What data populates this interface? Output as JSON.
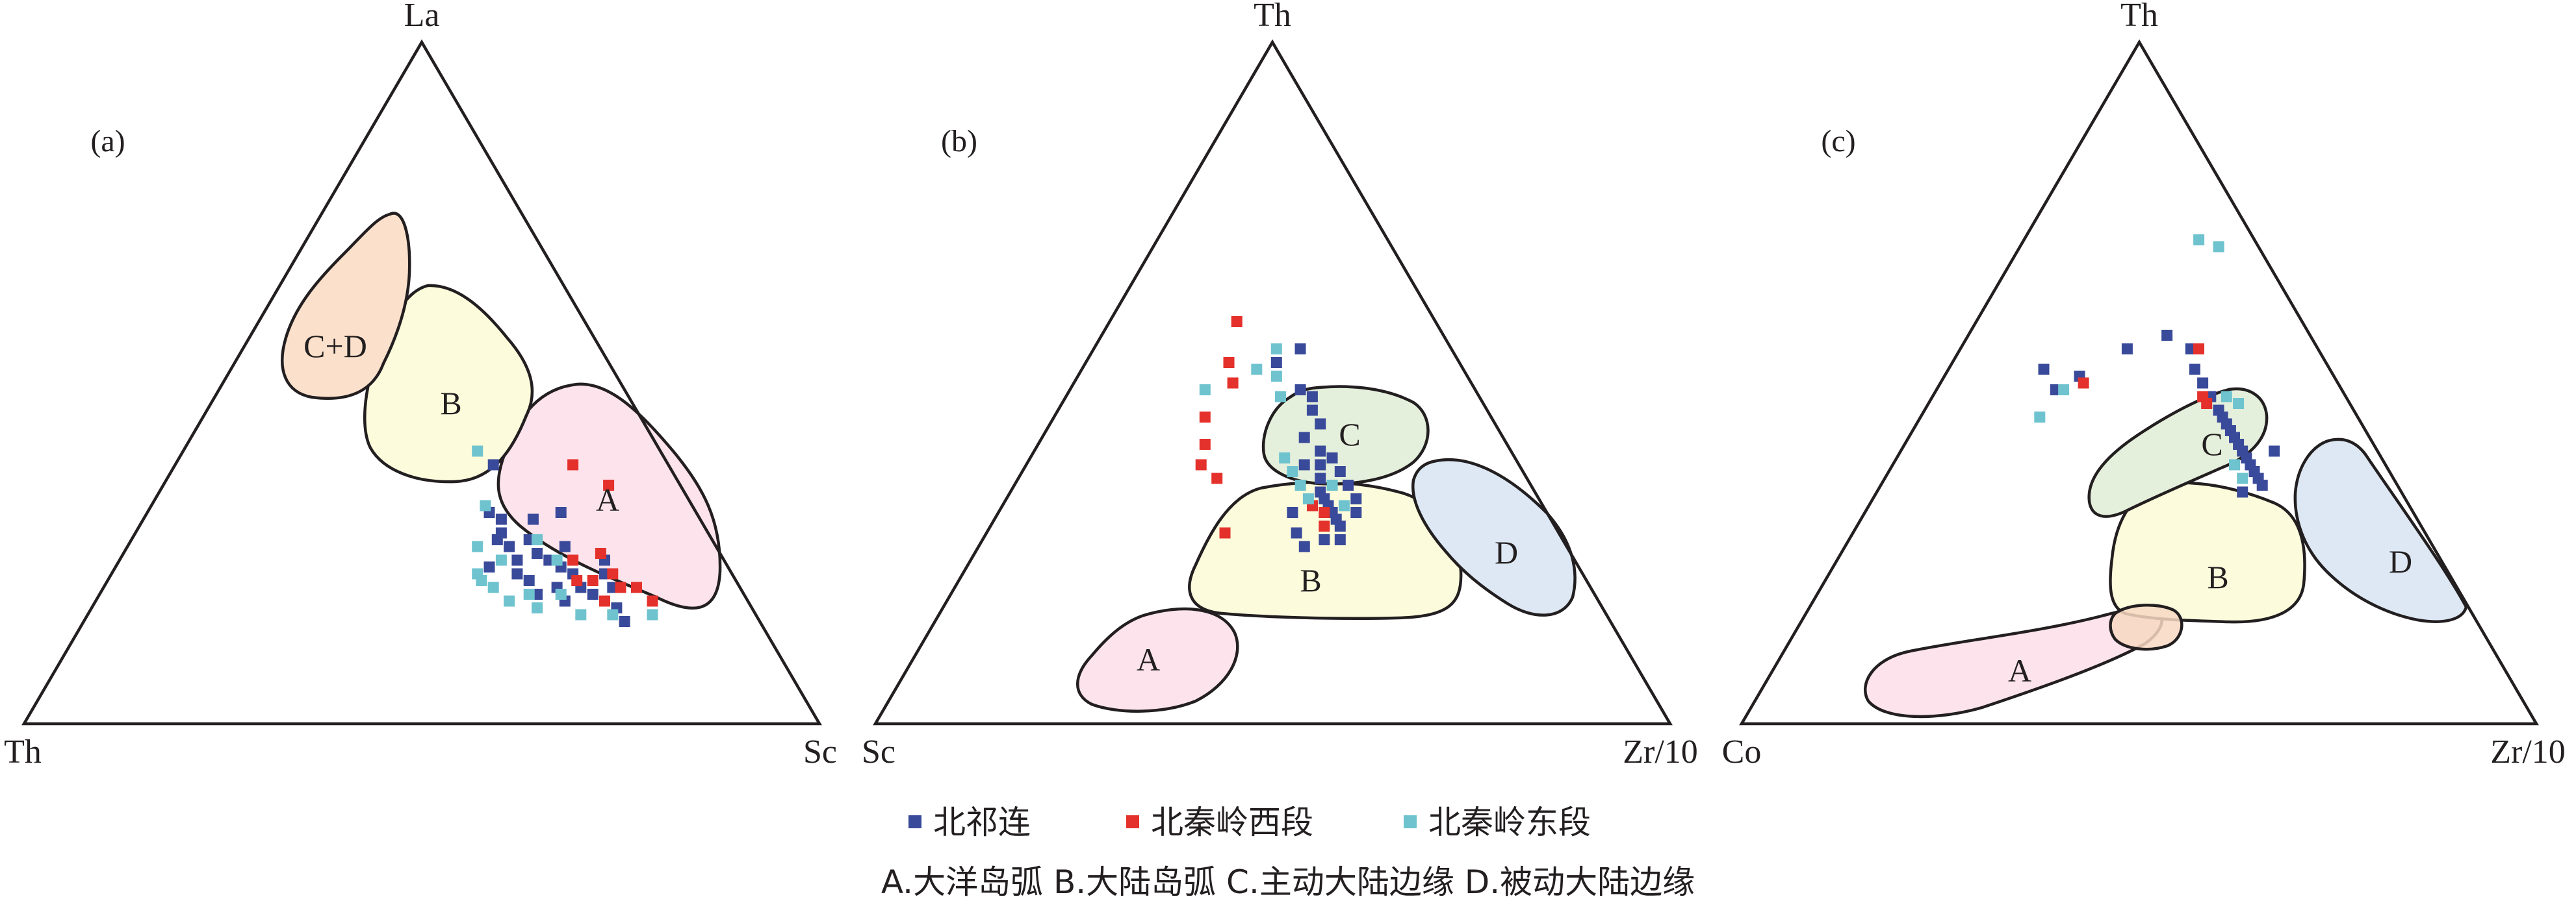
{
  "colors": {
    "北祁连": "#3a4a9a",
    "北秦岭西段": "#e4312b",
    "北秦岭东段": "#6ec3cf",
    "field_A": "#fde3ec",
    "field_B": "#fcfbdc",
    "field_C": "#e5f0dc",
    "field_CD": "#fbe1cc",
    "field_D": "#dde8f4",
    "line": "#231f20"
  },
  "legend": {
    "series": [
      "北祁连",
      "北秦岭西段",
      "北秦岭东段"
    ],
    "field_key": "A.大洋岛弧 B.大陆岛弧 C.主动大陆边缘 D.被动大陆边缘"
  },
  "chart_data": [
    {
      "type": "scatter",
      "subtype": "ternary",
      "panel_label": "(a)",
      "vertex_labels": {
        "top": "La",
        "left": "Th",
        "right": "Sc"
      },
      "fields": [
        {
          "label": "C+D",
          "color": "#fbe1cc"
        },
        {
          "label": "B",
          "color": "#fcfbdc"
        },
        {
          "label": "A",
          "color": "#fde3ec"
        }
      ],
      "series": [
        {
          "name": "北祁连",
          "points": [
            [
              0.68,
              0.15
            ],
            [
              0.66,
              0.17
            ],
            [
              0.64,
              0.2
            ],
            [
              0.62,
              0.19
            ],
            [
              0.6,
              0.2
            ],
            [
              0.58,
              0.22
            ],
            [
              0.56,
              0.23
            ],
            [
              0.54,
              0.24
            ],
            [
              0.52,
              0.25
            ],
            [
              0.5,
              0.27
            ],
            [
              0.48,
              0.26
            ],
            [
              0.46,
              0.28
            ],
            [
              0.55,
              0.19
            ],
            [
              0.51,
              0.22
            ],
            [
              0.47,
              0.23
            ],
            [
              0.59,
              0.18
            ],
            [
              0.57,
              0.2
            ],
            [
              0.53,
              0.21
            ],
            [
              0.45,
              0.3
            ],
            [
              0.43,
              0.31
            ],
            [
              0.49,
              0.3
            ],
            [
              0.55,
              0.26
            ],
            [
              0.61,
              0.24
            ],
            [
              0.52,
              0.31
            ],
            [
              0.46,
              0.27
            ],
            [
              0.4,
              0.38
            ],
            [
              0.62,
              0.22
            ],
            [
              0.5,
              0.24
            ]
          ]
        },
        {
          "name": "北秦岭西段",
          "points": [
            [
              0.7,
              0.18
            ],
            [
              0.67,
              0.2
            ],
            [
              0.65,
              0.2
            ],
            [
              0.63,
              0.22
            ],
            [
              0.61,
              0.21
            ],
            [
              0.59,
              0.21
            ],
            [
              0.57,
              0.24
            ],
            [
              0.56,
              0.35
            ],
            [
              0.5,
              0.38
            ],
            [
              0.6,
              0.25
            ],
            [
              0.64,
              0.18
            ]
          ]
        },
        {
          "name": "北秦岭东段",
          "points": [
            [
              0.71,
              0.16
            ],
            [
              0.66,
              0.16
            ],
            [
              0.62,
              0.16
            ],
            [
              0.56,
              0.17
            ],
            [
              0.54,
              0.19
            ],
            [
              0.52,
              0.18
            ],
            [
              0.49,
              0.2
            ],
            [
              0.47,
              0.21
            ],
            [
              0.46,
              0.22
            ],
            [
              0.55,
              0.24
            ],
            [
              0.51,
              0.27
            ],
            [
              0.44,
              0.26
            ],
            [
              0.42,
              0.32
            ],
            [
              0.37,
              0.4
            ],
            [
              0.58,
              0.19
            ],
            [
              0.48,
              0.24
            ]
          ]
        }
      ]
    },
    {
      "type": "scatter",
      "subtype": "ternary",
      "panel_label": "(b)",
      "vertex_labels": {
        "top": "Th",
        "left": "Sc",
        "right": "Zr/10"
      },
      "fields": [
        {
          "label": "C",
          "color": "#e5f0dc"
        },
        {
          "label": "B",
          "color": "#fcfbdc"
        },
        {
          "label": "D",
          "color": "#dde8f4"
        },
        {
          "label": "A",
          "color": "#fde3ec"
        }
      ],
      "series": [
        {
          "name": "北祁连",
          "points": [
            [
              0.45,
              0.27
            ],
            [
              0.44,
              0.29
            ],
            [
              0.43,
              0.3
            ],
            [
              0.42,
              0.31
            ],
            [
              0.41,
              0.32
            ],
            [
              0.4,
              0.33
            ],
            [
              0.39,
              0.34
            ],
            [
              0.38,
              0.36
            ],
            [
              0.37,
              0.38
            ],
            [
              0.36,
              0.4
            ],
            [
              0.44,
              0.33
            ],
            [
              0.42,
              0.35
            ],
            [
              0.4,
              0.37
            ],
            [
              0.38,
              0.39
            ],
            [
              0.35,
              0.38
            ],
            [
              0.33,
              0.42
            ],
            [
              0.34,
              0.44
            ],
            [
              0.45,
              0.31
            ],
            [
              0.43,
              0.27
            ],
            [
              0.41,
              0.26
            ],
            [
              0.31,
              0.48
            ],
            [
              0.32,
              0.46
            ],
            [
              0.29,
              0.49
            ],
            [
              0.24,
              0.53
            ],
            [
              0.26,
              0.55
            ],
            [
              0.39,
              0.28
            ],
            [
              0.37,
              0.31
            ]
          ]
        },
        {
          "name": "北秦岭西段",
          "points": [
            [
              0.42,
              0.29
            ],
            [
              0.41,
              0.31
            ],
            [
              0.39,
              0.32
            ],
            [
              0.25,
              0.36
            ],
            [
              0.22,
              0.38
            ],
            [
              0.21,
              0.41
            ],
            [
              0.19,
              0.45
            ],
            [
              0.2,
              0.5
            ],
            [
              0.16,
              0.59
            ],
            [
              0.18,
              0.53
            ],
            [
              0.3,
              0.28
            ]
          ]
        },
        {
          "name": "北秦岭东段",
          "points": [
            [
              0.43,
              0.32
            ],
            [
              0.4,
              0.35
            ],
            [
              0.36,
              0.35
            ],
            [
              0.34,
              0.37
            ],
            [
              0.32,
              0.39
            ],
            [
              0.27,
              0.48
            ],
            [
              0.25,
              0.51
            ],
            [
              0.22,
              0.52
            ],
            [
              0.23,
              0.55
            ],
            [
              0.17,
              0.49
            ],
            [
              0.38,
              0.33
            ]
          ]
        }
      ]
    },
    {
      "type": "scatter",
      "subtype": "ternary",
      "panel_label": "(c)",
      "vertex_labels": {
        "top": "Th",
        "left": "Co",
        "right": "Zr/10"
      },
      "fields": [
        {
          "label": "C",
          "color": "#e5f0dc"
        },
        {
          "label": "B",
          "color": "#fcfbdc"
        },
        {
          "label": "D",
          "color": "#dde8f4"
        },
        {
          "label": "A",
          "color": "#fde3ec"
        }
      ],
      "series": [
        {
          "name": "北祁连",
          "points": [
            [
              0.48,
              0.35
            ],
            [
              0.47,
              0.36
            ],
            [
              0.46,
              0.37
            ],
            [
              0.45,
              0.38
            ],
            [
              0.44,
              0.39
            ],
            [
              0.43,
              0.4
            ],
            [
              0.42,
              0.41
            ],
            [
              0.41,
              0.42
            ],
            [
              0.4,
              0.43
            ],
            [
              0.39,
              0.44
            ],
            [
              0.38,
              0.45
            ],
            [
              0.37,
              0.46
            ],
            [
              0.35,
              0.48
            ],
            [
              0.33,
              0.5
            ],
            [
              0.31,
              0.52
            ],
            [
              0.29,
              0.55
            ],
            [
              0.25,
              0.57
            ],
            [
              0.21,
              0.55
            ],
            [
              0.15,
              0.49
            ],
            [
              0.17,
              0.51
            ],
            [
              0.12,
              0.52
            ],
            [
              0.47,
              0.4
            ],
            [
              0.46,
              0.34
            ]
          ]
        },
        {
          "name": "北秦岭西段",
          "points": [
            [
              0.35,
              0.47
            ],
            [
              0.34,
              0.48
            ],
            [
              0.3,
              0.55
            ],
            [
              0.18,
              0.5
            ]
          ]
        },
        {
          "name": "北秦岭东段",
          "points": [
            [
              0.45,
              0.36
            ],
            [
              0.43,
              0.38
            ],
            [
              0.39,
              0.47
            ],
            [
              0.37,
              0.48
            ],
            [
              0.15,
              0.45
            ],
            [
              0.22,
              0.71
            ],
            [
              0.25,
              0.7
            ],
            [
              0.16,
              0.49
            ]
          ]
        }
      ]
    }
  ]
}
